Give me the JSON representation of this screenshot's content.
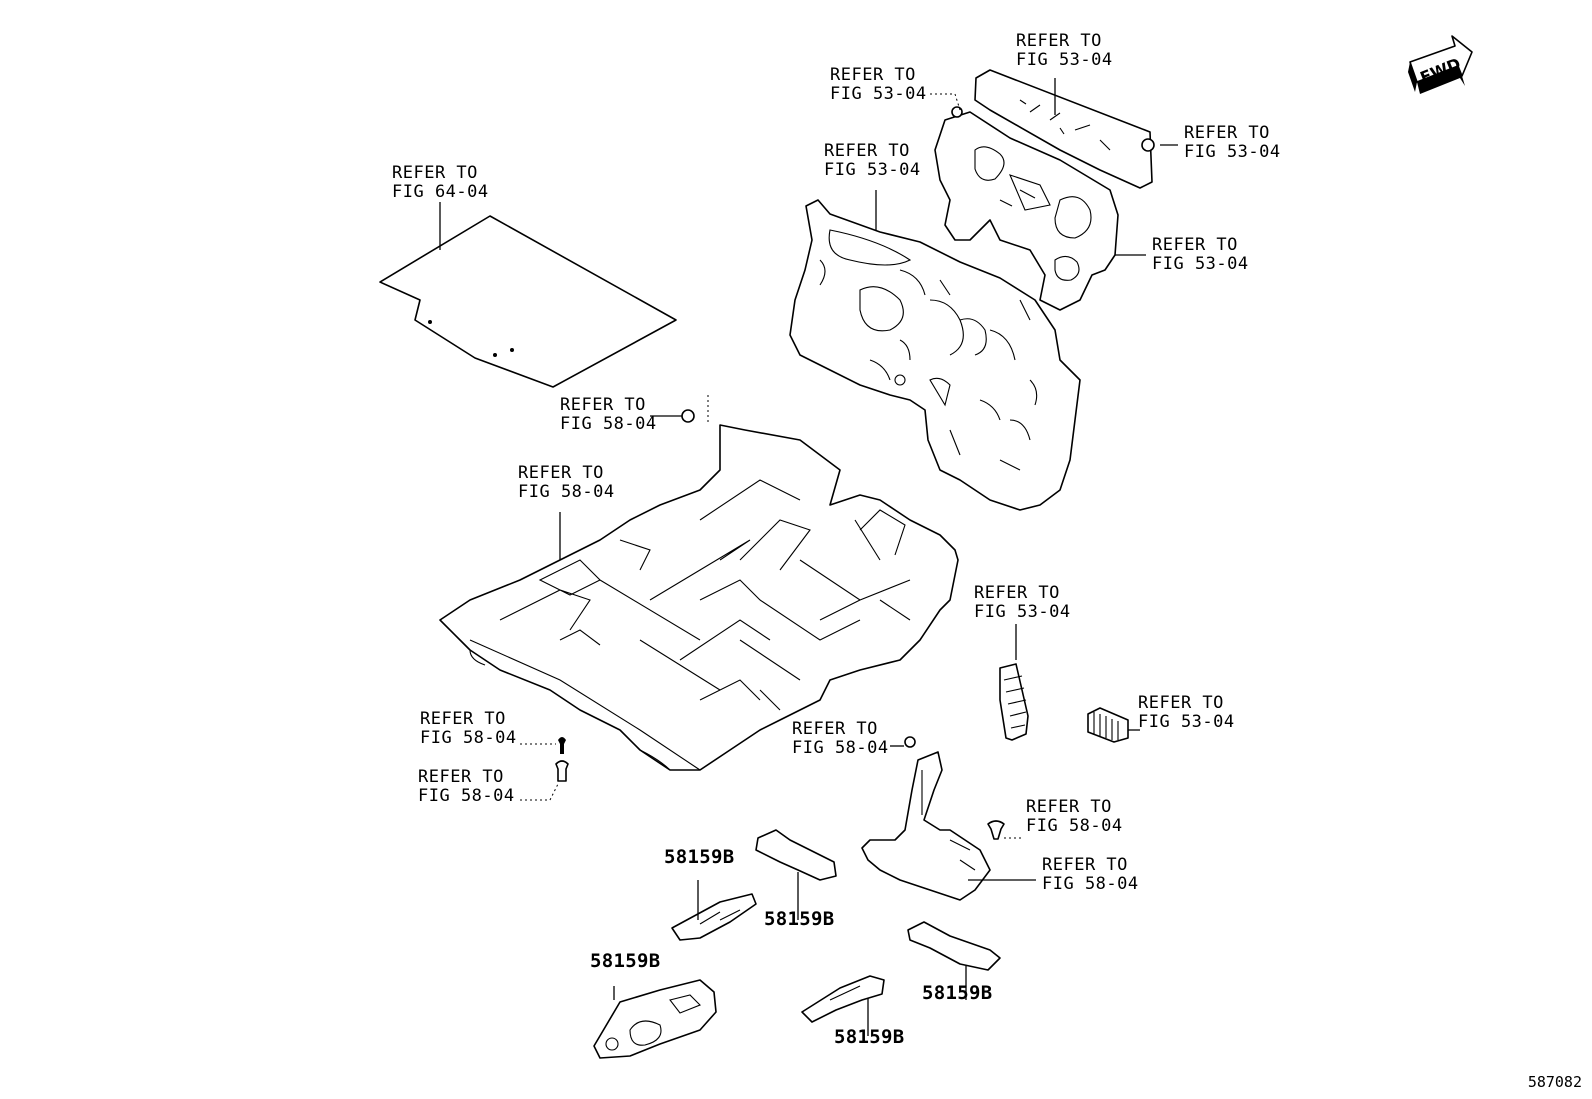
{
  "diagram": {
    "fwd_label": "FWD",
    "code": "587082",
    "refer_labels": [
      {
        "line1": "REFER TO",
        "line2": "FIG 53-04"
      },
      {
        "line1": "REFER TO",
        "line2": "FIG 53-04"
      },
      {
        "line1": "REFER TO",
        "line2": "FIG 53-04"
      },
      {
        "line1": "REFER TO",
        "line2": "FIG 53-04"
      },
      {
        "line1": "REFER TO",
        "line2": "FIG 53-04"
      },
      {
        "line1": "REFER TO",
        "line2": "FIG 64-04"
      },
      {
        "line1": "REFER TO",
        "line2": "FIG 58-04"
      },
      {
        "line1": "REFER TO",
        "line2": "FIG 58-04"
      },
      {
        "line1": "REFER TO",
        "line2": "FIG 53-04"
      },
      {
        "line1": "REFER TO",
        "line2": "FIG 53-04"
      },
      {
        "line1": "REFER TO",
        "line2": "FIG 58-04"
      },
      {
        "line1": "REFER TO",
        "line2": "FIG 58-04"
      },
      {
        "line1": "REFER TO",
        "line2": "FIG 58-04"
      },
      {
        "line1": "REFER TO",
        "line2": "FIG 58-04"
      },
      {
        "line1": "REFER TO",
        "line2": "FIG 58-04"
      }
    ],
    "part_numbers": [
      "58159B",
      "58159B",
      "58159B",
      "58159B",
      "58159B"
    ]
  }
}
